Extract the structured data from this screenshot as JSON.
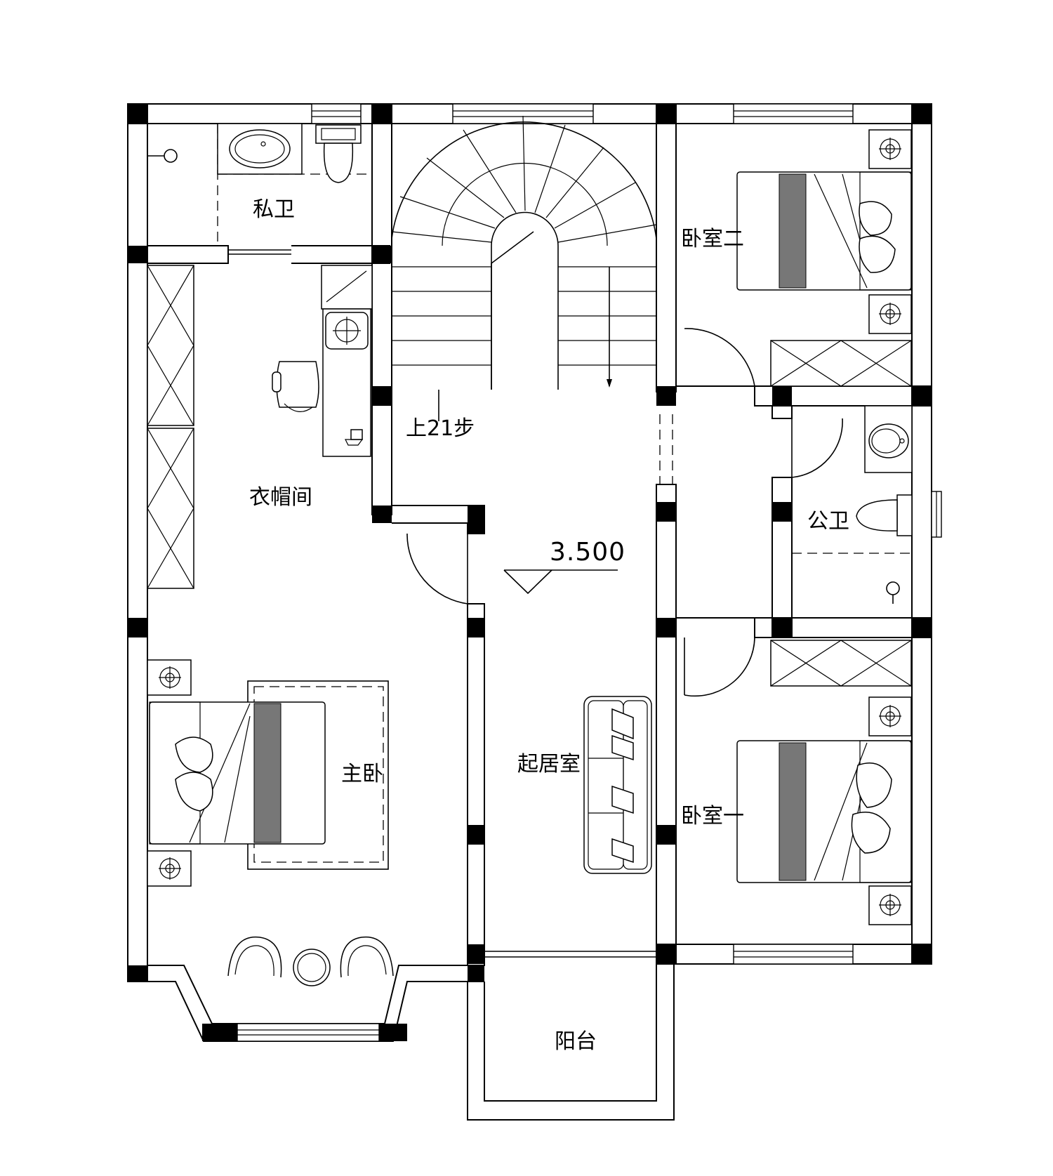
{
  "plan": {
    "rooms": {
      "private_bath": "私卫",
      "closet": "衣帽间",
      "master_bedroom": "主卧",
      "living_room": "起居室",
      "bedroom_two": "卧室二",
      "bedroom_one": "卧室一",
      "public_bath": "公卫",
      "balcony": "阳台"
    },
    "stair_note": "上21步",
    "level_mark": "3.500"
  }
}
